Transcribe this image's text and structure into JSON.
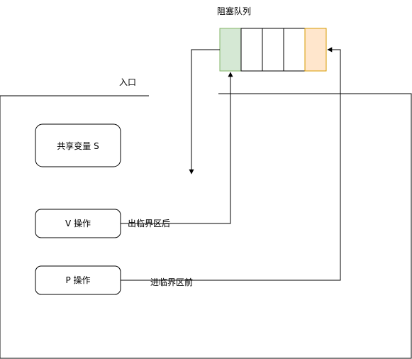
{
  "diagram": {
    "queue_title": "阻塞队列",
    "entrance_label": "入口",
    "shared_var_label": "共享变量 S",
    "v_op_label": "V 操作",
    "p_op_label": "P 操作",
    "after_cs_label": "出临界区后",
    "before_cs_label": "进临界区前",
    "colors": {
      "queue_head_fill": "#d5e8d4",
      "queue_head_stroke": "#82b366",
      "queue_tail_fill": "#ffe6cc",
      "queue_tail_stroke": "#d79b00",
      "stroke": "#000000"
    }
  }
}
